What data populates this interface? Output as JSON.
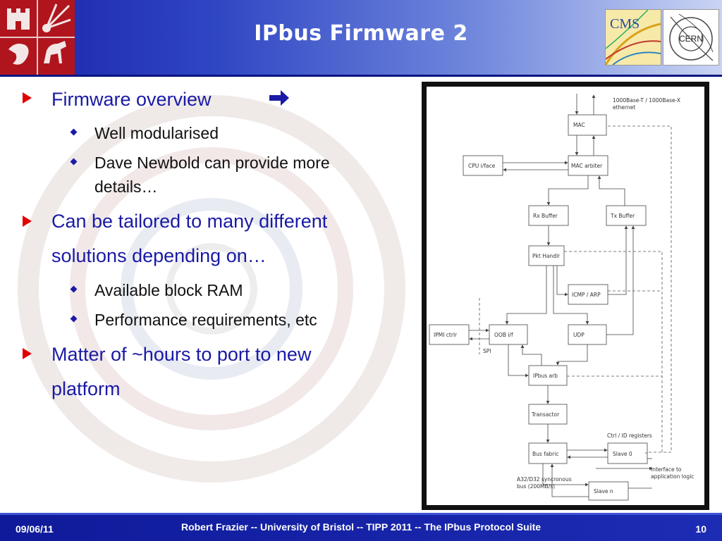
{
  "header": {
    "title": "IPbus Firmware 2",
    "cms_logo_text": "CMS",
    "cern_logo_text": "CERN"
  },
  "bullets": [
    {
      "text": "Firmware overview",
      "icon": "arrow-right-icon",
      "sub": [
        "Well modularised",
        "Dave Newbold can provide more",
        "details…"
      ]
    },
    {
      "lines": [
        "Can be tailored to many different",
        "solutions depending on…"
      ],
      "sub": [
        "Available block RAM",
        "Performance requirements, etc"
      ]
    },
    {
      "lines": [
        "Matter of ~hours to port to new",
        "platform"
      ]
    }
  ],
  "diagram": {
    "ethernet_label": [
      "1000Base-T / 1000Base-X",
      "ethernet"
    ],
    "blocks": {
      "mac": "MAC",
      "cpu": "CPU i/face",
      "mac_arbiter": "MAC arbiter",
      "rx_buffer": "Rx Buffer",
      "tx_buffer": "Tx Buffer",
      "pkt_handlr": "Pkt Handlr",
      "icmp_arp": "ICMP / ARP",
      "ipmi": "IPMI ctrlr",
      "oob": "OOB i/f",
      "udp": "UDP",
      "ipbus_arb": "IPbus arb",
      "transactor": "Transactor",
      "bus_fabric": "Bus fabric",
      "slave0": "Slave 0",
      "slaven": "Slave n"
    },
    "spi_label": "SPI",
    "ctrl_label": "Ctrl / ID registers",
    "interface_label": [
      "Interface to",
      "application logic"
    ],
    "bus_label": [
      "A32/D32 syncronous",
      "bus (200MB/s)"
    ]
  },
  "footer": {
    "date": "09/06/11",
    "text": "Robert Frazier  --  University of Bristol  --  TIPP 2011  --  The IPbus Protocol Suite",
    "page": "10"
  },
  "colors": {
    "header_start": "#1a24a8",
    "header_end": "#c9d4f4",
    "bullet_text": "#1a1aa6",
    "bullet_marker": "#e00000",
    "footer_bg": "#0f1a9a"
  }
}
